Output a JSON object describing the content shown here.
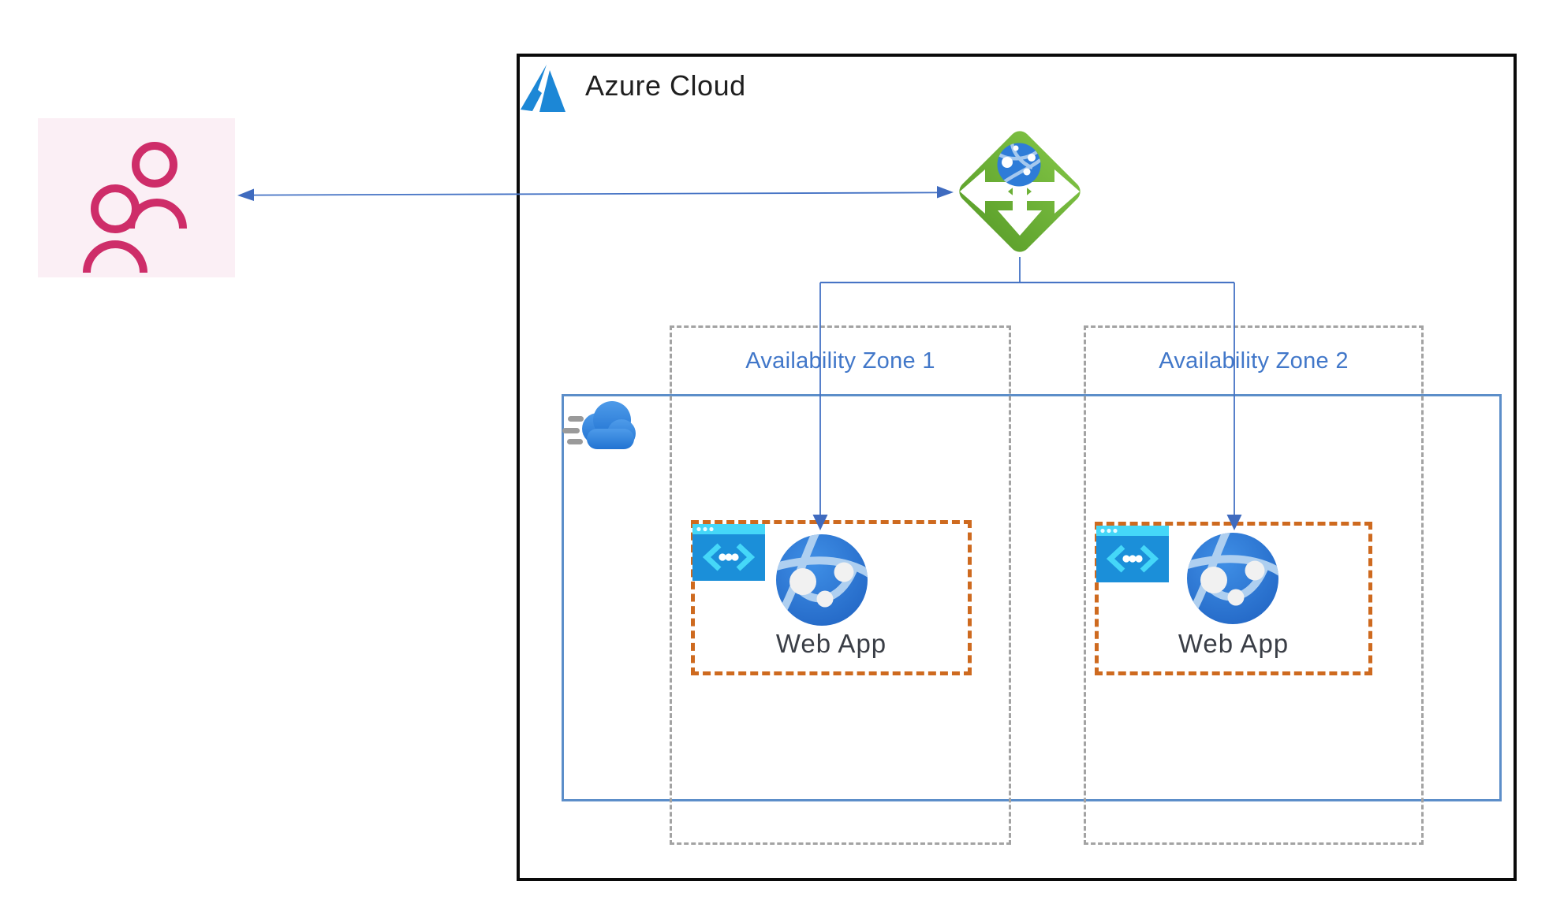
{
  "diagram": {
    "title": "Azure Cloud",
    "users": {
      "icon": "users-icon"
    },
    "gateway": {
      "icon": "application-gateway-icon"
    },
    "app_service_plan": {
      "icon": "app-service-plan-cloud-icon"
    },
    "zones": [
      {
        "label": "Availability Zone 1"
      },
      {
        "label": "Availability Zone 2"
      }
    ],
    "web_apps": [
      {
        "label": "Web App",
        "icon": "web-app-globe-icon",
        "badge_icon": "app-service-code-icon"
      },
      {
        "label": "Web App",
        "icon": "web-app-globe-icon",
        "badge_icon": "app-service-code-icon"
      }
    ],
    "connections": [
      {
        "from": "users",
        "to": "application-gateway",
        "direction": "bidirectional"
      },
      {
        "from": "application-gateway",
        "to": "web-app-zone-1",
        "direction": "down"
      },
      {
        "from": "application-gateway",
        "to": "web-app-zone-2",
        "direction": "down"
      }
    ],
    "colors": {
      "line_blue": "#4472C4",
      "boundary_black": "#0A0A0A",
      "plan_border_blue": "#5C8EC9",
      "zone_dash_gray": "#A3A3A3",
      "webapp_dash_orange": "#CE6A1F",
      "zone_label_blue": "#4177C9",
      "webapp_text": "#3A3E46",
      "gateway_green": "#6FB53C",
      "globe_blue": "#2E7CD8",
      "users_magenta": "#CE2D69",
      "users_bg_pink": "#FBEFF5",
      "azure_logo_blue": "#1C87D6",
      "badge_cyan": "#45D7F8",
      "badge_blue": "#1B8FD9"
    }
  }
}
